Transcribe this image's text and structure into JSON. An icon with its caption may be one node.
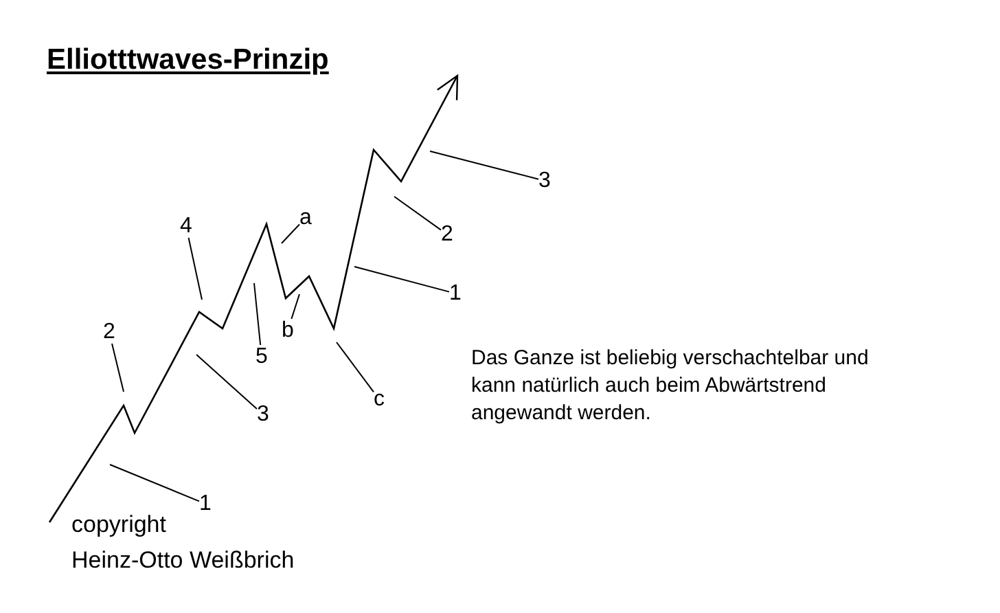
{
  "diagram": {
    "title": "Elliotttwaves-Prinzip",
    "nodes": [
      {
        "text": [
          "2"
        ]
      },
      {
        "text": [
          "4"
        ]
      },
      {
        "text": [
          "a"
        ]
      },
      {
        "text": [
          "b"
        ]
      },
      {
        "text": [
          "5"
        ]
      },
      {
        "text": [
          "3"
        ]
      },
      {
        "text": [
          "1"
        ]
      },
      {
        "text": [
          "3"
        ]
      },
      {
        "text": [
          "2"
        ]
      },
      {
        "text": [
          "1"
        ]
      },
      {
        "text": [
          "c"
        ]
      }
    ],
    "edges": [
      {
        "from": 0,
        "to": null,
        "arrow": "none"
      },
      {
        "from": 1,
        "to": null,
        "arrow": "none"
      },
      {
        "from": 2,
        "to": null,
        "arrow": "none"
      },
      {
        "from": 3,
        "to": null,
        "arrow": "none"
      },
      {
        "from": 4,
        "to": null,
        "arrow": "none"
      },
      {
        "from": 5,
        "to": null,
        "arrow": "none"
      },
      {
        "from": 6,
        "to": null,
        "arrow": "none"
      },
      {
        "from": 7,
        "to": null,
        "arrow": "none"
      },
      {
        "from": 8,
        "to": null,
        "arrow": "none"
      },
      {
        "from": 9,
        "to": null,
        "arrow": "none"
      },
      {
        "from": 10,
        "to": null,
        "arrow": "none"
      }
    ],
    "labels": [
      "Das Ganze ist beliebig verschachtelbar und kann natürlich auch beim Abwärtstrend angewandt werden.",
      "copyright",
      "Heinz-Otto Weißbrich"
    ]
  }
}
